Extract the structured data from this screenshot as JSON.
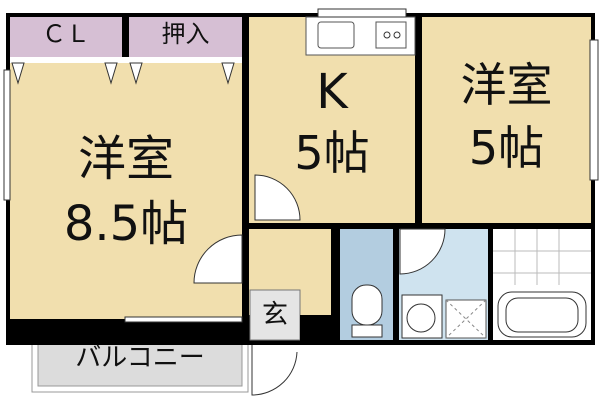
{
  "rooms": {
    "closet": {
      "label": "ＣＬ"
    },
    "oshiire": {
      "label": "押入"
    },
    "western_large": {
      "label": "洋室",
      "size": "8.5帖"
    },
    "kitchen": {
      "label": "K",
      "size": "5帖"
    },
    "western_small": {
      "label": "洋室",
      "size": "5帖"
    },
    "entrance": {
      "label": "玄"
    },
    "balcony": {
      "label": "バルコニー"
    }
  },
  "colors": {
    "room": "#f1dfae",
    "storage": "#d6bfd4",
    "toilet": "#b3cde0",
    "wash": "#cfe3ef",
    "balcony": "#dcdcdc",
    "wall": "#000000"
  }
}
